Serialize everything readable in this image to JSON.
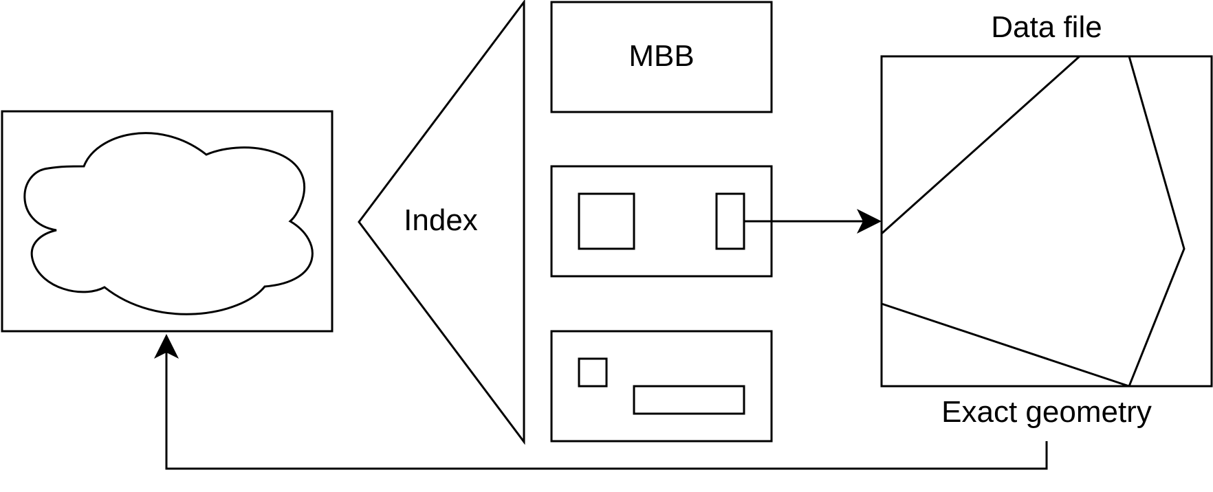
{
  "diagram": {
    "index_label": "Index",
    "mbb_label": "MBB",
    "data_file_label": "Data file",
    "exact_geometry_label": "Exact geometry"
  },
  "colors": {
    "stroke": "#000000",
    "background": "#ffffff"
  }
}
